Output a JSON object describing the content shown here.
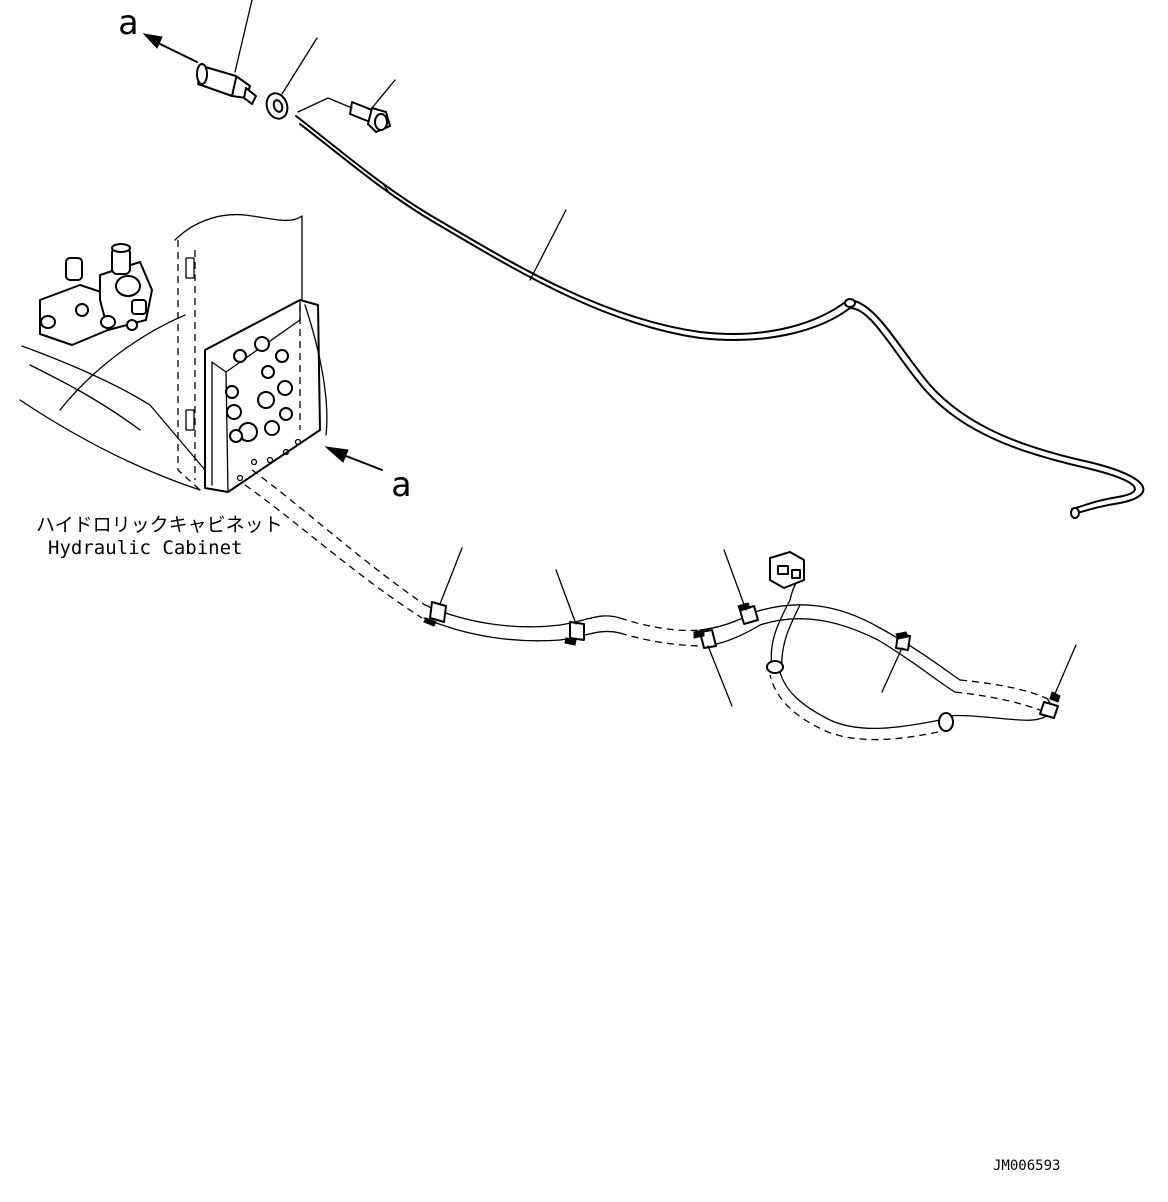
{
  "labels": {
    "arrow_a_top": "a",
    "arrow_a_cabinet": "a",
    "cabinet_jp": "ハイドロリックキャビネット",
    "cabinet_en": "Hydraulic Cabinet",
    "drawing_number": "JM006593"
  }
}
